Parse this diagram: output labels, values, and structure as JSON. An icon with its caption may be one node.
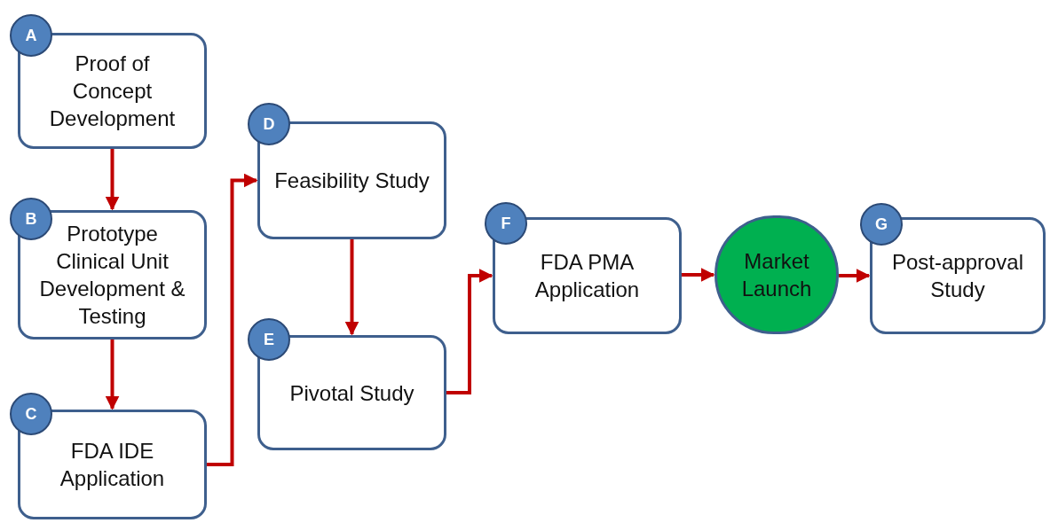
{
  "diagram": {
    "nodes": [
      {
        "text": [
          "A"
        ]
      },
      {
        "text": [
          "Proof of Concept Development"
        ]
      },
      {
        "text": [
          "B"
        ]
      },
      {
        "text": [
          "Prototype Clinical Unit Development & Testing"
        ]
      },
      {
        "text": [
          "C"
        ]
      },
      {
        "text": [
          "FDA IDE Application"
        ]
      },
      {
        "text": [
          "D"
        ]
      },
      {
        "text": [
          "Feasibility Study"
        ]
      },
      {
        "text": [
          "E"
        ]
      },
      {
        "text": [
          "Pivotal Study"
        ]
      },
      {
        "text": [
          "F"
        ]
      },
      {
        "text": [
          "FDA PMA Application"
        ]
      },
      {
        "text": [
          "Market Launch"
        ]
      },
      {
        "text": [
          "G"
        ]
      },
      {
        "text": [
          "Post-approval Study"
        ]
      }
    ],
    "edges": [
      {
        "from": 1,
        "to": 3,
        "arrow": "to"
      },
      {
        "from": 3,
        "to": 5,
        "arrow": "to"
      },
      {
        "from": 5,
        "to": 7,
        "arrow": "to"
      },
      {
        "from": 7,
        "to": 9,
        "arrow": "to"
      },
      {
        "from": 9,
        "to": 11,
        "arrow": "to"
      },
      {
        "from": 11,
        "to": 12,
        "arrow": "to"
      },
      {
        "from": 12,
        "to": 14,
        "arrow": "to"
      }
    ]
  }
}
